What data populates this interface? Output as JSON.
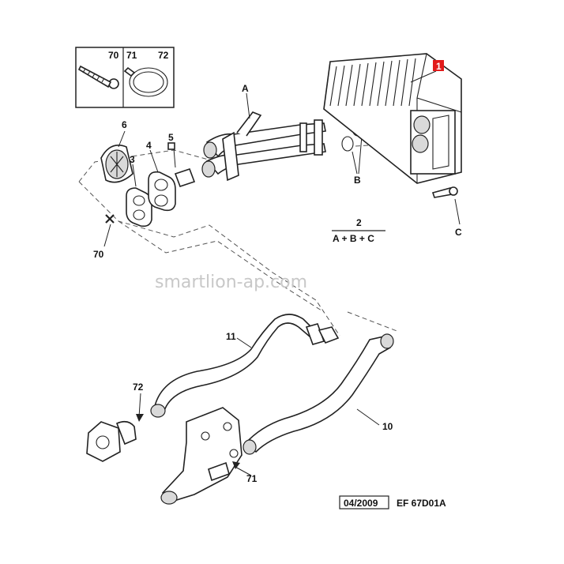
{
  "callouts": {
    "c70a": "70",
    "c71a": "71",
    "c72a": "72",
    "c6": "6",
    "c4": "4",
    "c5": "5",
    "c3": "3",
    "c70b": "70",
    "cA": "A",
    "c1": "1",
    "cB": "B",
    "cC": "C",
    "c2": "2",
    "formula": "A + B + C",
    "c11": "11",
    "c72b": "72",
    "c10": "10",
    "c71b": "71"
  },
  "watermark": "smartlion-ap.com",
  "footer": {
    "date": "04/2009",
    "ref": "EF 67D01A"
  },
  "colors": {
    "accent": "#e21b1b",
    "ink": "#222222",
    "watermark": "#c8c8c8"
  }
}
